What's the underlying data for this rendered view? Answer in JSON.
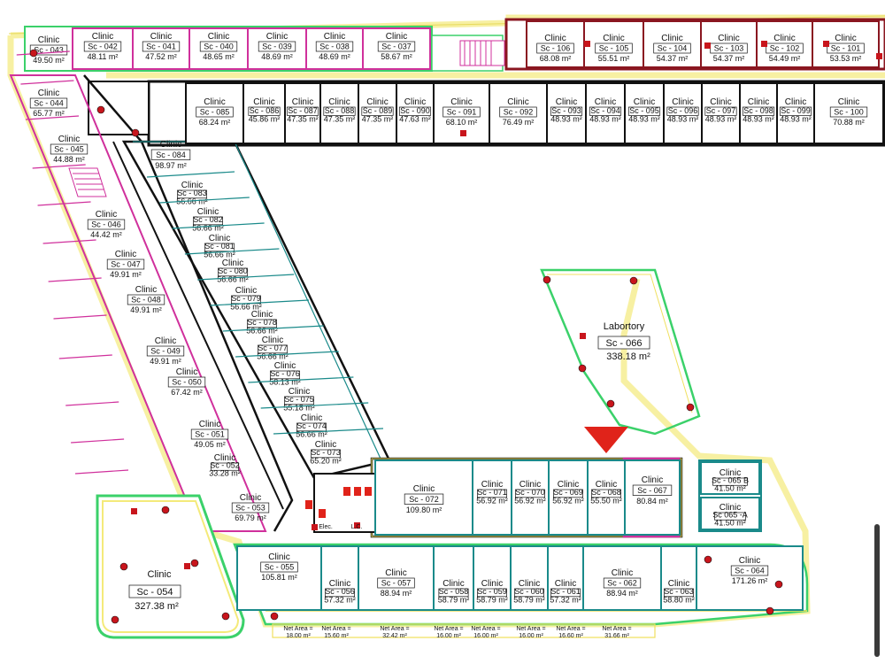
{
  "colors": {
    "wall": "#111111",
    "pink": "#d0309c",
    "green": "#3bd16a",
    "teal": "#1a8a8a",
    "yellow": "#f0e060",
    "red": "#c8151c",
    "marker": "#e0231a"
  },
  "north_rooms": [
    {
      "label": "Clinic",
      "code": "Sc - 042",
      "area": "48.11 m²"
    },
    {
      "label": "Clinic",
      "code": "Sc - 041",
      "area": "47.52 m²"
    },
    {
      "label": "Clinic",
      "code": "Sc - 040",
      "area": "48.65 m²"
    },
    {
      "label": "Clinic",
      "code": "Sc - 039",
      "area": "48.69 m²"
    },
    {
      "label": "Clinic",
      "code": "Sc - 038",
      "area": "48.69 m²"
    },
    {
      "label": "Clinic",
      "code": "Sc - 037",
      "area": "58.67 m²"
    }
  ],
  "top_right_rooms": [
    {
      "label": "Clinic",
      "code": "Sc - 106",
      "area": "68.08 m²"
    },
    {
      "label": "Clinic",
      "code": "Sc - 105",
      "area": "55.51 m²"
    },
    {
      "label": "Clinic",
      "code": "Sc - 104",
      "area": "54.37 m²"
    },
    {
      "label": "Clinic",
      "code": "Sc - 103",
      "area": "54.37 m²"
    },
    {
      "label": "Clinic",
      "code": "Sc - 102",
      "area": "54.49 m²"
    },
    {
      "label": "Clinic",
      "code": "Sc - 101",
      "area": "53.53 m²"
    }
  ],
  "mid_rooms": [
    {
      "label": "Clinic",
      "code": "Sc - 085",
      "area": "68.24 m²"
    },
    {
      "label": "Clinic",
      "code": "Sc - 086",
      "area": "45.86 m²"
    },
    {
      "label": "Clinic",
      "code": "Sc - 087",
      "area": "47.35 m²"
    },
    {
      "label": "Clinic",
      "code": "Sc - 088",
      "area": "47.35 m²"
    },
    {
      "label": "Clinic",
      "code": "Sc - 089",
      "area": "47.35 m²"
    },
    {
      "label": "Clinic",
      "code": "Sc - 090",
      "area": "47.63 m²"
    },
    {
      "label": "Clinic",
      "code": "Sc - 091",
      "area": "68.10 m²"
    },
    {
      "label": "Clinic",
      "code": "Sc - 092",
      "area": "76.49 m²"
    },
    {
      "label": "Clinic",
      "code": "Sc - 093",
      "area": "48.93 m²"
    },
    {
      "label": "Clinic",
      "code": "Sc - 094",
      "area": "48.93 m²"
    },
    {
      "label": "Clinic",
      "code": "Sc - 095",
      "area": "48.93 m²"
    },
    {
      "label": "Clinic",
      "code": "Sc - 096",
      "area": "48.93 m²"
    },
    {
      "label": "Clinic",
      "code": "Sc - 097",
      "area": "48.93 m²"
    },
    {
      "label": "Clinic",
      "code": "Sc - 098",
      "area": "48.93 m²"
    },
    {
      "label": "Clinic",
      "code": "Sc - 099",
      "area": "48.93 m²"
    },
    {
      "label": "Clinic",
      "code": "Sc - 100",
      "area": "70.88 m²"
    }
  ],
  "west_outer_rooms": [
    {
      "label": "Clinic",
      "code": "Sc - 043",
      "area": "49.50 m²"
    },
    {
      "label": "Clinic",
      "code": "Sc - 044",
      "area": "65.77 m²"
    },
    {
      "label": "Clinic",
      "code": "Sc - 045",
      "area": "44.88 m²"
    },
    {
      "label": "Clinic",
      "code": "Sc - 046",
      "area": "44.42 m²"
    },
    {
      "label": "Clinic",
      "code": "Sc - 047",
      "area": "49.91 m²"
    },
    {
      "label": "Clinic",
      "code": "Sc - 048",
      "area": "49.91 m²"
    },
    {
      "label": "Clinic",
      "code": "Sc - 049",
      "area": "49.91 m²"
    },
    {
      "label": "Clinic",
      "code": "Sc - 050",
      "area": "67.42 m²"
    },
    {
      "label": "Clinic",
      "code": "Sc - 051",
      "area": "49.05 m²"
    },
    {
      "label": "Clinic",
      "code": "Sc - 052",
      "area": "33.28 m²"
    },
    {
      "label": "Clinic",
      "code": "Sc - 053",
      "area": "69.79 m²"
    }
  ],
  "west_inner_rooms": [
    {
      "label": "Clinic",
      "code": "Sc - 084",
      "area": "98.97 m²"
    },
    {
      "label": "Clinic",
      "code": "Sc - 083",
      "area": "56.66 m²"
    },
    {
      "label": "Clinic",
      "code": "Sc - 082",
      "area": "56.66 m²"
    },
    {
      "label": "Clinic",
      "code": "Sc - 081",
      "area": "56.66 m²"
    },
    {
      "label": "Clinic",
      "code": "Sc - 080",
      "area": "56.66 m²"
    },
    {
      "label": "Clinic",
      "code": "Sc - 079",
      "area": "56.66 m²"
    },
    {
      "label": "Clinic",
      "code": "Sc - 078",
      "area": "56.66 m²"
    },
    {
      "label": "Clinic",
      "code": "Sc - 077",
      "area": "56.66 m²"
    },
    {
      "label": "Clinic",
      "code": "Sc - 076",
      "area": "58.13 m²"
    },
    {
      "label": "Clinic",
      "code": "Sc - 075",
      "area": "55.18 m²"
    },
    {
      "label": "Clinic",
      "code": "Sc - 074",
      "area": "56.66 m²"
    },
    {
      "label": "Clinic",
      "code": "Sc - 073",
      "area": "65.20 m²"
    }
  ],
  "center_rooms": [
    {
      "label": "Clinic",
      "code": "Sc - 072",
      "area": "109.80 m²"
    },
    {
      "label": "Clinic",
      "code": "Sc - 071",
      "area": "56.92 m²"
    },
    {
      "label": "Clinic",
      "code": "Sc - 070",
      "area": "56.92 m²"
    },
    {
      "label": "Clinic",
      "code": "Sc - 069",
      "area": "56.92 m²"
    },
    {
      "label": "Clinic",
      "code": "Sc - 068",
      "area": "55.50 m²"
    },
    {
      "label": "Clinic",
      "code": "Sc - 067",
      "area": "80.84 m²"
    }
  ],
  "east_small_rooms": [
    {
      "label": "Clinic",
      "code": "Sc - 065 B",
      "area": "41.50 m²"
    },
    {
      "label": "Clinic",
      "code": "Sc 065 -A",
      "area": "41.50 m²"
    }
  ],
  "south_rooms": [
    {
      "label": "Clinic",
      "code": "Sc - 055",
      "area": "105.81 m²"
    },
    {
      "label": "Clinic",
      "code": "Sc - 056",
      "area": "57.32 m²"
    },
    {
      "label": "Clinic",
      "code": "Sc - 057",
      "area": "88.94 m²"
    },
    {
      "label": "Clinic",
      "code": "Sc - 058",
      "area": "58.79 m²"
    },
    {
      "label": "Clinic",
      "code": "Sc - 059",
      "area": "58.79 m²"
    },
    {
      "label": "Clinic",
      "code": "Sc - 060",
      "area": "58.79 m²"
    },
    {
      "label": "Clinic",
      "code": "Sc - 061",
      "area": "57.32 m²"
    },
    {
      "label": "Clinic",
      "code": "Sc - 062",
      "area": "88.94 m²"
    },
    {
      "label": "Clinic",
      "code": "Sc - 063",
      "area": "58.80 m²"
    },
    {
      "label": "Clinic",
      "code": "Sc - 064",
      "area": "171.26 m²"
    }
  ],
  "clinic_054": {
    "label": "Clinic",
    "code": "Sc - 054",
    "area": "327.38 m²"
  },
  "laboratory": {
    "label": "Labortory",
    "code": "Sc - 066",
    "area": "338.18 m²"
  },
  "net_areas": [
    {
      "label": "Net Area =",
      "value": "18.00 m²"
    },
    {
      "label": "Net Area =",
      "value": "15.60 m²"
    },
    {
      "label": "Net Area =",
      "value": "32.42 m²"
    },
    {
      "label": "Net Area =",
      "value": "16.00 m²"
    },
    {
      "label": "Net Area =",
      "value": "16.00 m²"
    },
    {
      "label": "Net Area =",
      "value": "16.00 m²"
    },
    {
      "label": "Net Area =",
      "value": "16.60 m²"
    },
    {
      "label": "Net Area =",
      "value": "31.66 m²"
    }
  ],
  "service_labels": {
    "elec": "Elec.",
    "lc": "L.C."
  }
}
